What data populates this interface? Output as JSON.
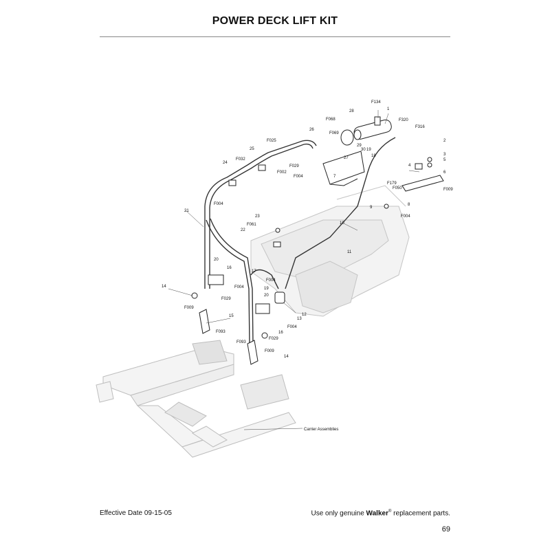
{
  "page": {
    "title": "POWER DECK LIFT KIT",
    "effective_date": "Effective Date 09-15-05",
    "footer_prefix": "Use only genuine",
    "footer_brand": "Walker",
    "footer_reg": "®",
    "footer_suffix": "replacement parts.",
    "page_number": "69"
  },
  "callouts": [
    "F134",
    "1",
    "28",
    "F068",
    "F069",
    "F320",
    "F316",
    "2",
    "3",
    "5",
    "6",
    "4",
    "26",
    "29",
    "30",
    "19",
    "18",
    "F029",
    "27",
    "F004",
    "7",
    "F025",
    "25",
    "F032",
    "24",
    "F002",
    "F004",
    "F179",
    "F050",
    "F009",
    "8",
    "9",
    "F004",
    "21",
    "23",
    "22",
    "F061",
    "10",
    "11",
    "20",
    "16",
    "F004",
    "17",
    "F004",
    "14",
    "F029",
    "19",
    "20",
    "12",
    "F009",
    "15",
    "F093",
    "16",
    "F004",
    "13",
    "F029",
    "F093",
    "F009",
    "14",
    "Carrier Assemblies"
  ]
}
